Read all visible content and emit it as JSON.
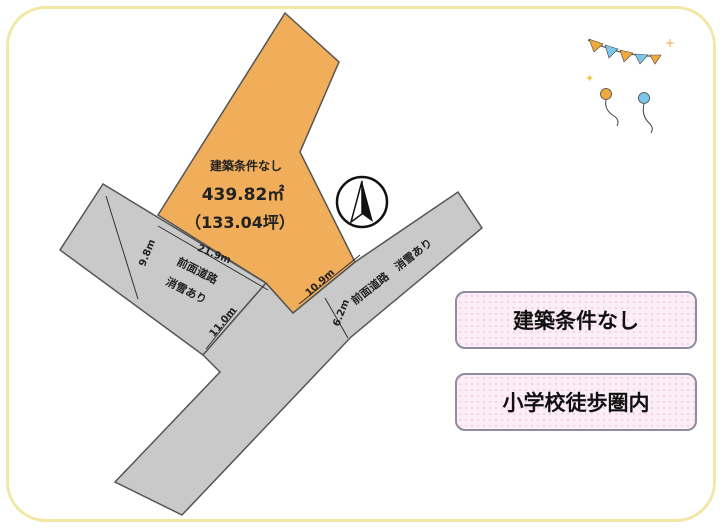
{
  "lot": {
    "condition_label": "建築条件なし",
    "area_sqm": "439.82㎡",
    "area_tsubo": "（133.04坪）"
  },
  "road_west": {
    "label_line1": "前面道路",
    "label_line2": "消雪あり",
    "width_9_8": "9.8m",
    "width_11_0": "11.0m"
  },
  "road_east": {
    "label": "前面道路　消雪あり",
    "width_6_2": "6.2m"
  },
  "frontage": {
    "west": "21.9m",
    "east": "10.9m"
  },
  "tags": [
    {
      "text": "建築条件なし"
    },
    {
      "text": "小学校徒歩圏内"
    }
  ],
  "colors": {
    "lot": "#f0ad5a",
    "road": "#c9c9c9",
    "frame": "#f3e7a6",
    "tag_bg": "#fbeef6"
  },
  "icons": [
    "north-arrow-icon",
    "bunting-icon",
    "balloons-icon"
  ]
}
